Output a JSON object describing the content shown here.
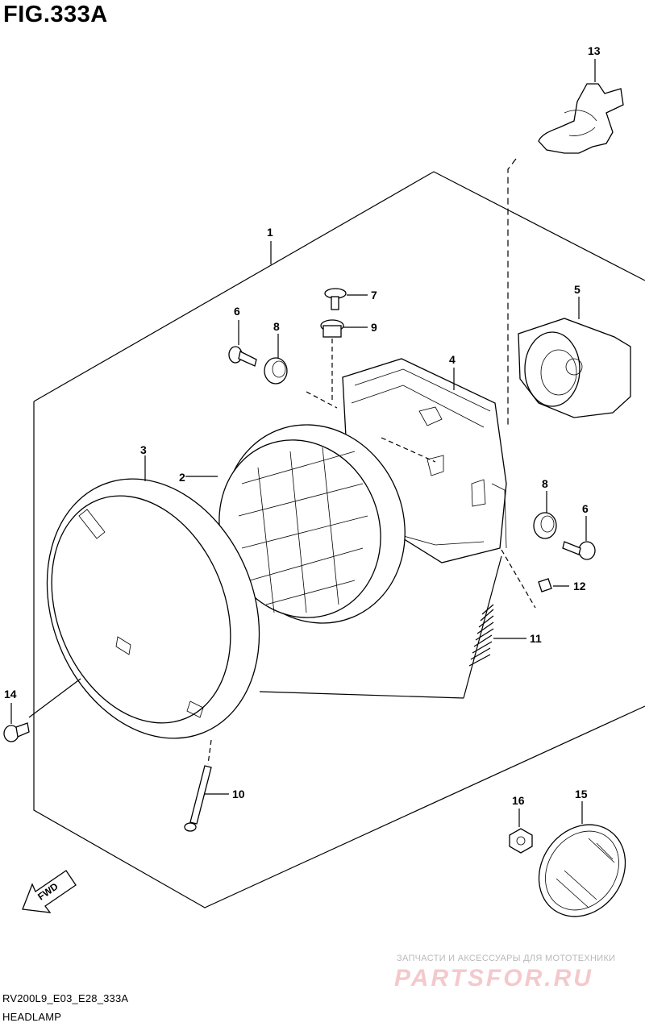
{
  "figure": {
    "title": "FIG.333A",
    "model_code": "RV200L9_E03_E28_333A",
    "section_name": "HEADLAMP"
  },
  "callouts": [
    {
      "num": "1",
      "part": "headlamp-assembly"
    },
    {
      "num": "2",
      "part": "headlamp-unit"
    },
    {
      "num": "3",
      "part": "headlamp-rim"
    },
    {
      "num": "4",
      "part": "headlamp-bracket"
    },
    {
      "num": "5",
      "part": "socket-cover"
    },
    {
      "num": "6",
      "part": "bracket-bolt-upper"
    },
    {
      "num": "6",
      "part": "bracket-bolt-lower"
    },
    {
      "num": "7",
      "part": "screw"
    },
    {
      "num": "8",
      "part": "cushion-upper"
    },
    {
      "num": "8",
      "part": "cushion-lower"
    },
    {
      "num": "9",
      "part": "grommet"
    },
    {
      "num": "10",
      "part": "adjust-screw"
    },
    {
      "num": "11",
      "part": "spring"
    },
    {
      "num": "12",
      "part": "nut"
    },
    {
      "num": "13",
      "part": "bulb"
    },
    {
      "num": "14",
      "part": "rim-screw"
    },
    {
      "num": "15",
      "part": "reflector"
    },
    {
      "num": "16",
      "part": "reflector-nut"
    }
  ],
  "direction": {
    "label": "FWD",
    "icon": "forward-arrow-icon"
  },
  "watermark": {
    "tagline": "ЗАПЧАСТИ И АКСЕССУАРЫ ДЛЯ МОТОТЕХНИКИ",
    "brand": "PARTSFOR.RU"
  },
  "colors": {
    "line": "#000000",
    "background": "#ffffff",
    "watermark_brand": "#f4c9cc",
    "watermark_text": "#b9b9b9"
  }
}
